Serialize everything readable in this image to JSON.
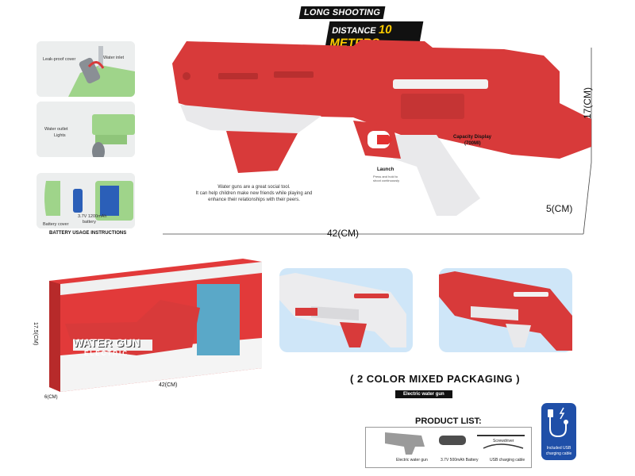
{
  "banner": {
    "line1": "LONG SHOOTING",
    "line2": "DISTANCE",
    "line2_big": "10 METERS"
  },
  "panels": {
    "p1": {
      "label_a": "Leak-proof cover",
      "label_b": "Water inlet"
    },
    "p2": {
      "label_a": "Water outlet",
      "label_b": "Lights"
    },
    "p3": {
      "label_a": "Battery cover",
      "label_b": "3.7V 1200mAh",
      "label_c": "battery"
    },
    "caption": "BATTERY USAGE INSTRUCTIONS"
  },
  "callouts": {
    "capacity": "Capacity Display",
    "capacity_sub": "(700Ml)",
    "launch": "Launch",
    "launch_sub": "Press and hold to",
    "launch_sub2": "shoot continuously"
  },
  "description": {
    "line1": "Water guns are a great social tool.",
    "line2": "It can help children make new friends while playing and",
    "line3": "enhance their relationships with their peers."
  },
  "dimensions": {
    "length": "42(CM)",
    "height": "17(CM)",
    "depth": "5(CM)"
  },
  "box": {
    "title": "WATER GUN",
    "subtitle": "ELECTRIC",
    "width": "42(CM)",
    "height": "17.5(CM)",
    "depth": "6(CM)"
  },
  "packaging": {
    "label": "( 2 COLOR MIXED PACKAGING )",
    "tag": "Electric water gun"
  },
  "product_list": {
    "title": "PRODUCT LIST:",
    "items": [
      "Electric water gun",
      "3.7V 500mAh Battery",
      "Screwdriver",
      "USB charging cable"
    ],
    "usb_label1": "Included USB",
    "usb_label2": "charging cable"
  },
  "colors": {
    "gun_red": "#d83a3a",
    "gun_white": "#e9e9eb",
    "bubble": "#cfe6f8",
    "usb_blue": "#1f4fa8",
    "green": "#9fd48a"
  }
}
